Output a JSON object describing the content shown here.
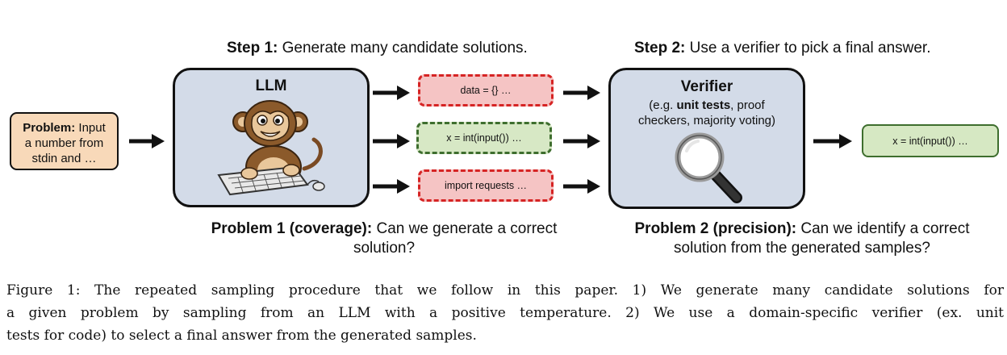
{
  "step1": {
    "label": "Step 1:",
    "text": " Generate many candidate solutions."
  },
  "step2": {
    "label": "Step 2:",
    "text": " Use a verifier to pick a final answer."
  },
  "problem": {
    "label": "Problem:",
    "line1": " Input",
    "line2": "a number from",
    "line3": "stdin and …"
  },
  "llm": {
    "title": "LLM",
    "illustration": "monkey-typing-icon"
  },
  "candidates": [
    {
      "text": "data = {} …",
      "status": "incorrect"
    },
    {
      "text": "x = int(input()) …",
      "status": "correct"
    },
    {
      "text": "import requests …",
      "status": "incorrect"
    }
  ],
  "verifier": {
    "title": "Verifier",
    "sub_prefix": "(e.g. ",
    "sub_bold": "unit tests",
    "sub_suffix": ", proof",
    "sub_line2": "checkers, majority voting)",
    "icon": "magnifying-glass-icon"
  },
  "final_answer": "x = int(input()) …",
  "problem1": {
    "label": "Problem 1 (coverage):",
    "line1": " Can we generate a correct",
    "line2": "solution?"
  },
  "problem2": {
    "label": "Problem 2 (precision):",
    "line1": " Can we identify a correct",
    "line2": "solution from the generated samples?"
  },
  "caption": {
    "line1": "Figure 1: The repeated sampling procedure that we follow in this paper. 1) We generate many candidate solutions for",
    "line2": "a given problem by sampling from an LLM with a positive temperature. 2) We use a domain-specific verifier (ex. unit",
    "line3": "tests for code) to select a final answer from the generated samples."
  },
  "colors": {
    "problem_fill": "#f8d9b9",
    "box_fill": "#d3dbe8",
    "bad_fill": "#f5c4c4",
    "bad_border": "#d62424",
    "good_fill": "#d7e8c5",
    "good_border": "#3e6e2e"
  }
}
